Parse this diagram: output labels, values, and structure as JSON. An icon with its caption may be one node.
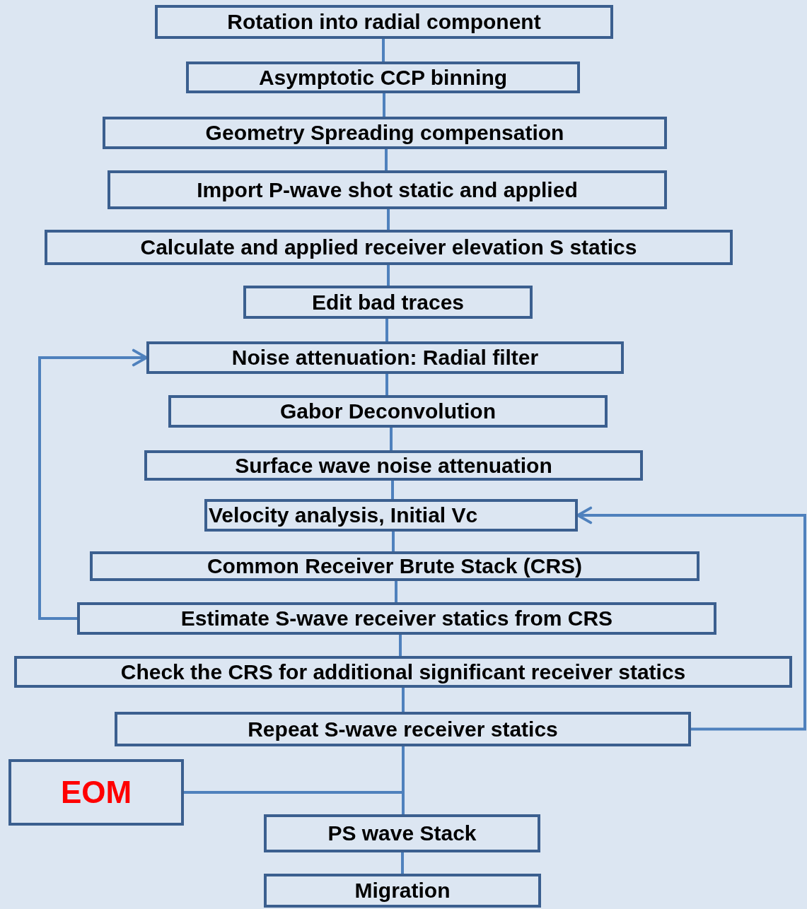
{
  "diagram": {
    "nodes": [
      {
        "text": [
          "Rotation into radial component"
        ]
      },
      {
        "text": [
          "Asymptotic CCP binning"
        ]
      },
      {
        "text": [
          "Geometry Spreading compensation"
        ]
      },
      {
        "text": [
          "Import P-wave shot static and applied"
        ]
      },
      {
        "text": [
          "Calculate and applied receiver elevation S statics"
        ]
      },
      {
        "text": [
          "Edit bad traces"
        ]
      },
      {
        "text": [
          "Noise attenuation: Radial filter"
        ]
      },
      {
        "text": [
          "Gabor Deconvolution"
        ]
      },
      {
        "text": [
          "Surface wave noise attenuation"
        ]
      },
      {
        "text": [
          "Velocity analysis, Initial Vc"
        ]
      },
      {
        "text": [
          "Common Receiver Brute Stack (CRS)"
        ]
      },
      {
        "text": [
          "Estimate S-wave receiver statics from CRS"
        ]
      },
      {
        "text": [
          "Check the CRS for additional significant receiver statics"
        ]
      },
      {
        "text": [
          "Repeat S-wave receiver statics"
        ]
      },
      {
        "text": [
          "EOM"
        ]
      },
      {
        "text": [
          "PS wave Stack"
        ]
      },
      {
        "text": [
          "Migration"
        ]
      }
    ],
    "edges": [
      {
        "from": 0,
        "to": 1,
        "arrow": "none"
      },
      {
        "from": 1,
        "to": 2,
        "arrow": "none"
      },
      {
        "from": 2,
        "to": 3,
        "arrow": "none"
      },
      {
        "from": 3,
        "to": 4,
        "arrow": "none"
      },
      {
        "from": 4,
        "to": 5,
        "arrow": "none"
      },
      {
        "from": 5,
        "to": 6,
        "arrow": "none"
      },
      {
        "from": 6,
        "to": 7,
        "arrow": "none"
      },
      {
        "from": 7,
        "to": 8,
        "arrow": "none"
      },
      {
        "from": 8,
        "to": 9,
        "arrow": "none"
      },
      {
        "from": 9,
        "to": 10,
        "arrow": "none"
      },
      {
        "from": 10,
        "to": 11,
        "arrow": "none"
      },
      {
        "from": 11,
        "to": 12,
        "arrow": "none"
      },
      {
        "from": 12,
        "to": 13,
        "arrow": "none"
      },
      {
        "from": 13,
        "to": 15,
        "arrow": "none"
      },
      {
        "from": 14,
        "to": 15,
        "arrow": "none"
      },
      {
        "from": 15,
        "to": 16,
        "arrow": "none"
      },
      {
        "from": 11,
        "to": 6,
        "arrow": "to"
      },
      {
        "from": 13,
        "to": 9,
        "arrow": "to"
      }
    ]
  }
}
